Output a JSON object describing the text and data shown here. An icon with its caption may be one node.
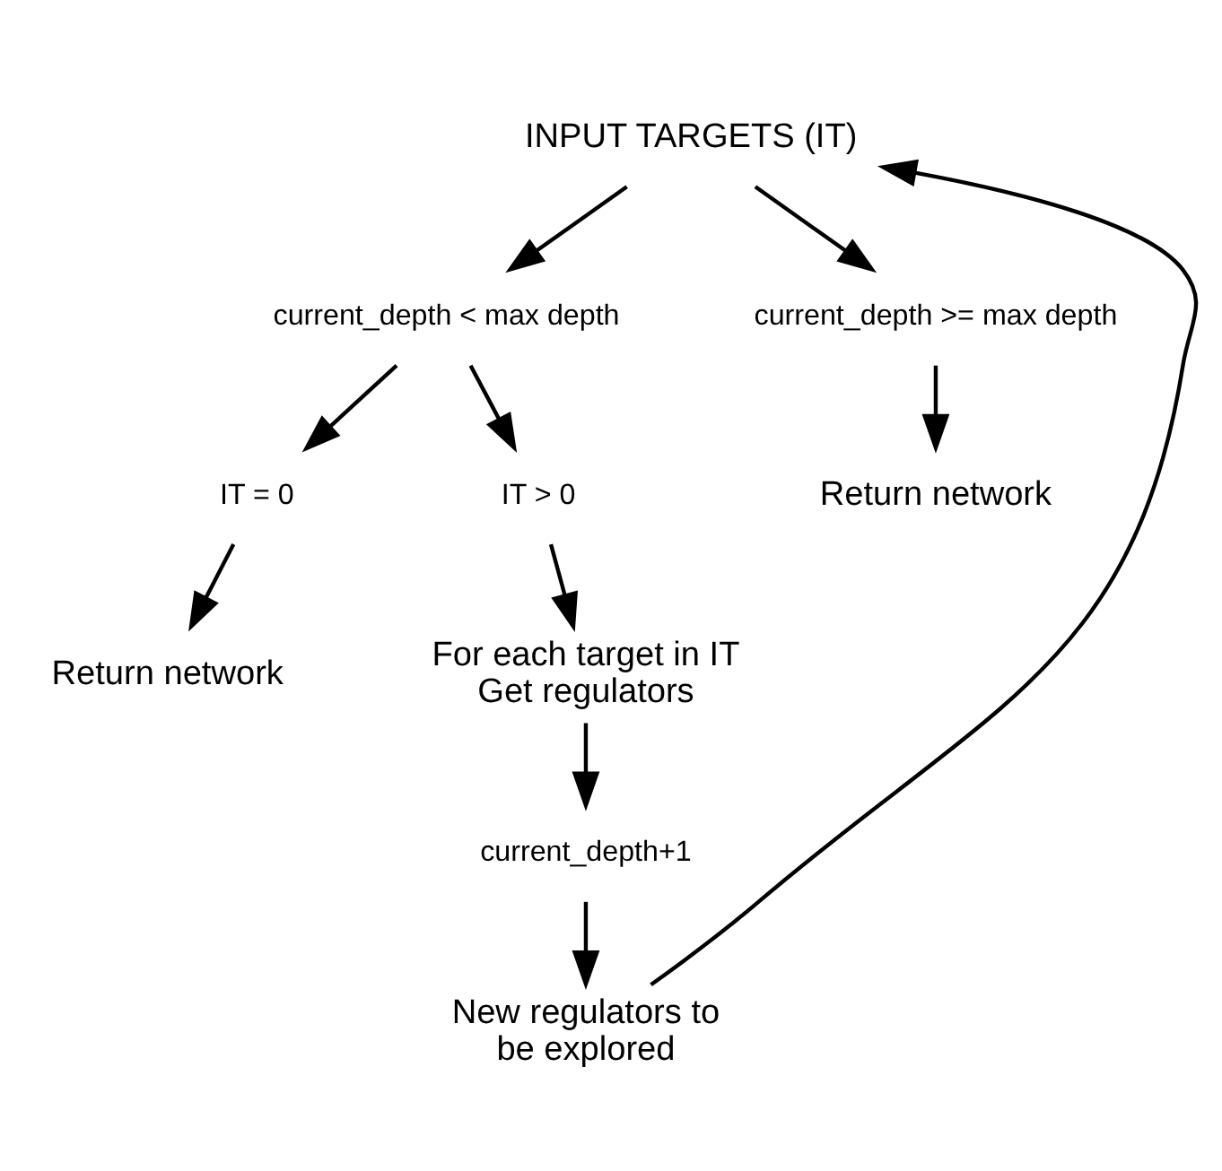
{
  "diagram": {
    "nodes": [
      {
        "text": [
          "INPUT TARGETS (IT)"
        ]
      },
      {
        "text": [
          "current_depth < max depth"
        ]
      },
      {
        "text": [
          "current_depth >= max depth"
        ]
      },
      {
        "text": [
          "IT = 0"
        ]
      },
      {
        "text": [
          "IT > 0"
        ]
      },
      {
        "text": [
          "Return network"
        ]
      },
      {
        "text": [
          "Return network"
        ]
      },
      {
        "text": [
          "For each target in IT Get regulators"
        ]
      },
      {
        "text": [
          "current_depth+1"
        ]
      },
      {
        "text": [
          "New regulators to be explored"
        ]
      }
    ],
    "edges": [
      {
        "from": 0,
        "to": 1,
        "arrow": "to"
      },
      {
        "from": 0,
        "to": 2,
        "arrow": "to"
      },
      {
        "from": 1,
        "to": 3,
        "arrow": "to"
      },
      {
        "from": 1,
        "to": 4,
        "arrow": "to"
      },
      {
        "from": 2,
        "to": 5,
        "arrow": "to"
      },
      {
        "from": 3,
        "to": 6,
        "arrow": "to"
      },
      {
        "from": 4,
        "to": 7,
        "arrow": "to"
      },
      {
        "from": 7,
        "to": 8,
        "arrow": "to"
      },
      {
        "from": 8,
        "to": 9,
        "arrow": "to"
      },
      {
        "from": 9,
        "to": 0,
        "arrow": "to"
      }
    ]
  }
}
